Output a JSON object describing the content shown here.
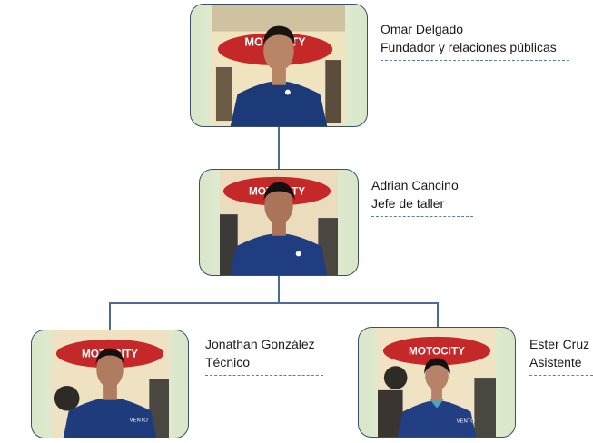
{
  "members": [
    {
      "id": "omar",
      "name": "Omar Delgado",
      "role": "Fundador y relaciones públicas",
      "shirt": "#1d3a78",
      "skin": "#b98567",
      "bg": "#f0e4c0"
    },
    {
      "id": "adrian",
      "name": "Adrian Cancino",
      "role": "Jefe de taller",
      "shirt": "#1f3d80",
      "skin": "#a9745a",
      "bg": "#eadcbd"
    },
    {
      "id": "jonathan",
      "name": "Jonathan González",
      "role": "Técnico",
      "shirt": "#1e3b7c",
      "skin": "#b07c5f",
      "bg": "#eee2c2"
    },
    {
      "id": "ester",
      "name": "Ester Cruz",
      "role": "Asistente",
      "shirt": "#213f82",
      "skin": "#b6826a",
      "bg": "#efe3c4"
    }
  ],
  "colors": {
    "connector": "#4d6c93",
    "card_border": "#3b4f6b",
    "banner": "#c42828"
  }
}
